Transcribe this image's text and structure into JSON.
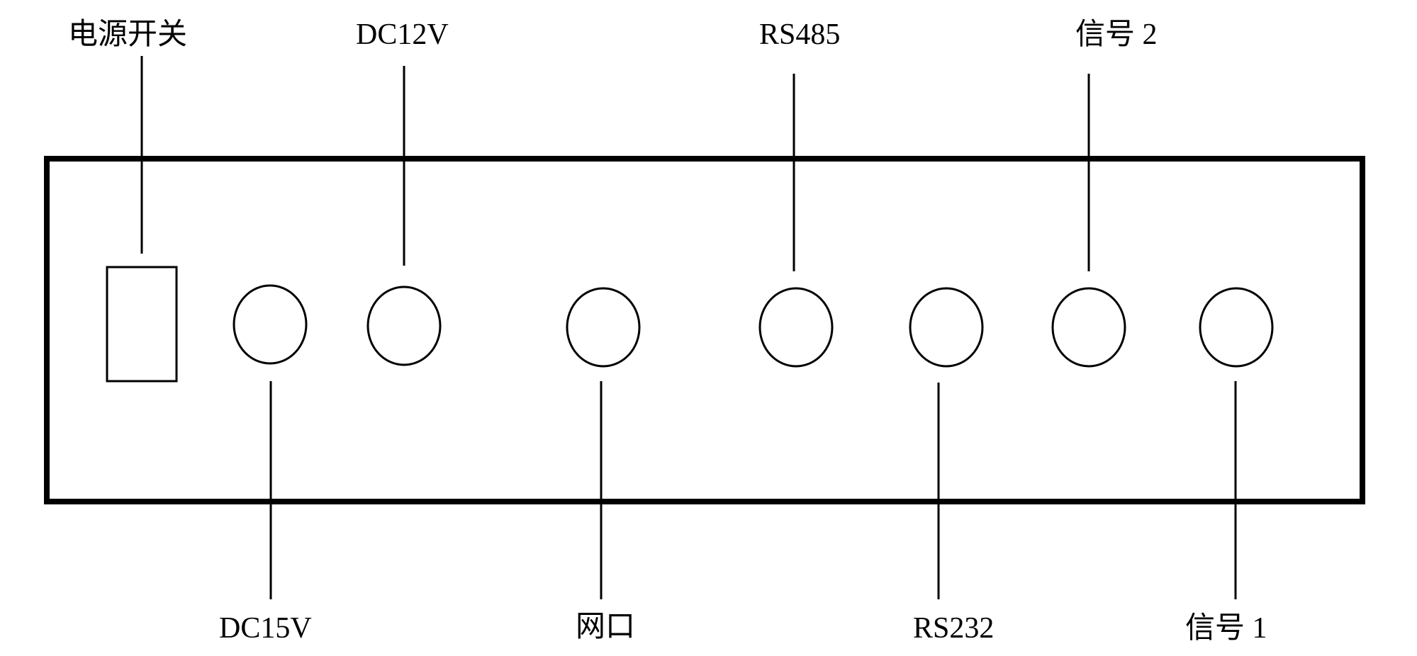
{
  "labels": {
    "power_switch": "电源开关",
    "dc12v": "DC12V",
    "rs485": "RS485",
    "signal_2": "信号 2",
    "dc15v": "DC15V",
    "network_port": "网口",
    "rs232": "RS232",
    "signal_1": "信号 1"
  },
  "colors": {
    "stroke": "#000000",
    "background": "#ffffff"
  }
}
